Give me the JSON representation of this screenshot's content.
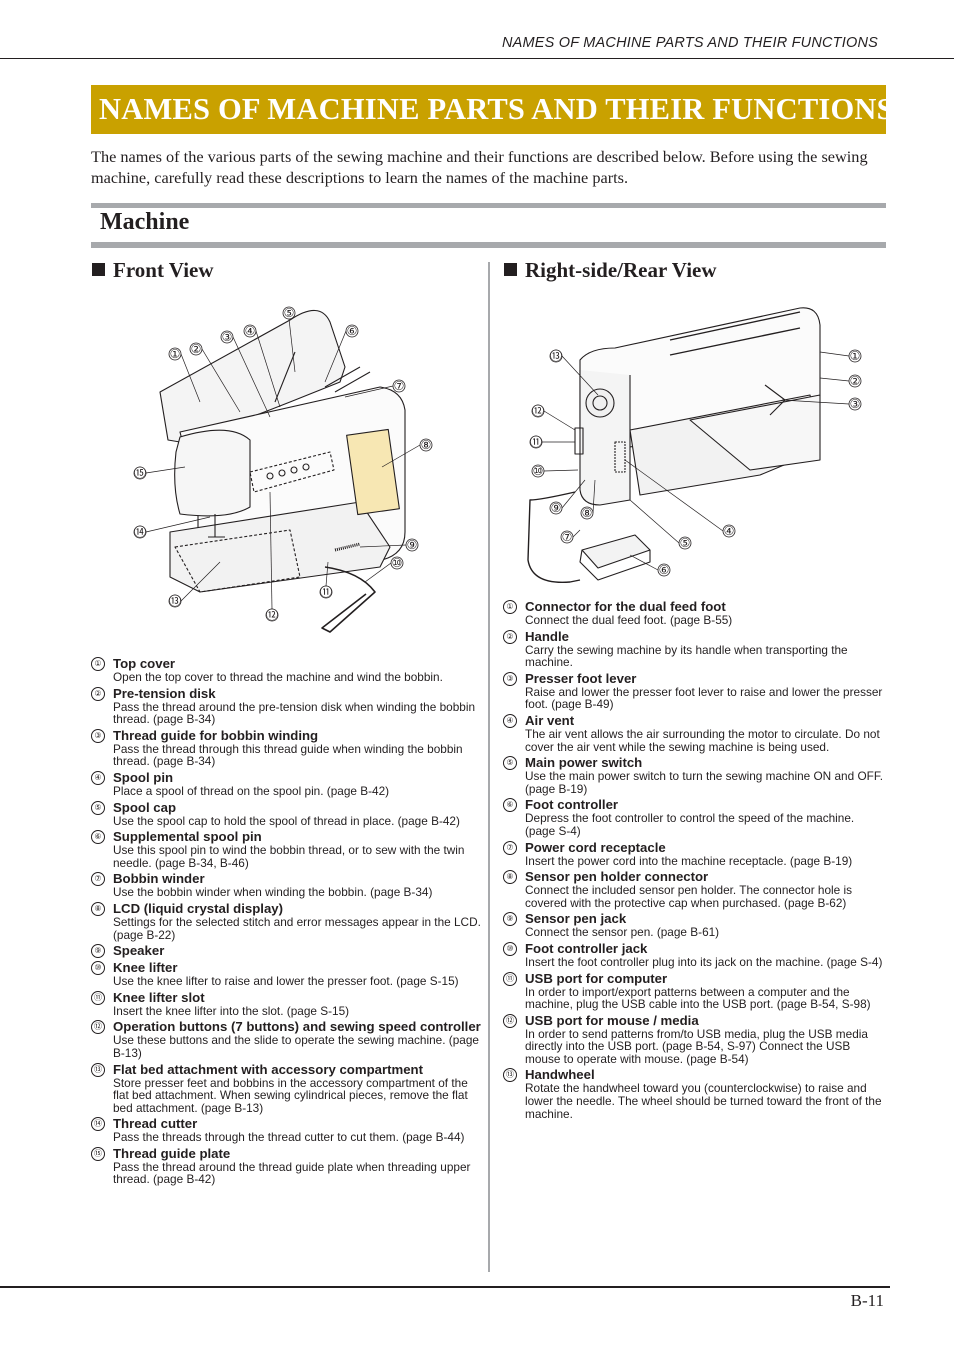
{
  "header": {
    "running_title": "NAMES OF MACHINE PARTS AND THEIR FUNCTIONS"
  },
  "title": "NAMES OF MACHINE PARTS AND THEIR FUNCTIONS",
  "intro": "The names of the various parts of the sewing machine and their functions are described below. Before using the sewing machine, carefully read these descriptions to learn the names of the machine parts.",
  "section": {
    "title": "Machine"
  },
  "front": {
    "title": "Front View",
    "callouts": [
      "①",
      "②",
      "③",
      "④",
      "⑤",
      "⑥",
      "⑦",
      "⑧",
      "⑨",
      "⑩",
      "⑪",
      "⑫",
      "⑬",
      "⑭",
      "⑮"
    ],
    "items": [
      {
        "num": "①",
        "name": "Top cover",
        "desc": "Open the top cover to thread the machine and wind the bobbin."
      },
      {
        "num": "②",
        "name": "Pre-tension disk",
        "desc": "Pass the thread around the pre-tension disk when winding the bobbin thread. (page B-34)"
      },
      {
        "num": "③",
        "name": "Thread guide for bobbin winding",
        "desc": "Pass the thread through this thread guide when winding the bobbin thread. (page B-34)"
      },
      {
        "num": "④",
        "name": "Spool pin",
        "desc": "Place a spool of thread on the spool pin. (page B-42)"
      },
      {
        "num": "⑤",
        "name": "Spool cap",
        "desc": "Use the spool cap to hold the spool of thread in place. (page B-42)"
      },
      {
        "num": "⑥",
        "name": "Supplemental spool pin",
        "desc": "Use this spool pin to wind the bobbin thread, or to sew with the twin needle. (page B-34, B-46)"
      },
      {
        "num": "⑦",
        "name": "Bobbin winder",
        "desc": "Use the bobbin winder when winding the bobbin. (page B-34)"
      },
      {
        "num": "⑧",
        "name": "LCD (liquid crystal display)",
        "desc": "Settings for the selected stitch and error messages appear in the LCD. (page B-22)"
      },
      {
        "num": "⑨",
        "name": "Speaker",
        "desc": ""
      },
      {
        "num": "⑩",
        "name": "Knee lifter",
        "desc": "Use the knee lifter to raise and lower the presser foot. (page S-15)"
      },
      {
        "num": "⑪",
        "name": "Knee lifter slot",
        "desc": "Insert the knee lifter into the slot. (page S-15)"
      },
      {
        "num": "⑫",
        "name": "Operation buttons (7 buttons) and sewing speed controller",
        "desc": "Use these buttons and the slide to operate the sewing machine. (page B-13)"
      },
      {
        "num": "⑬",
        "name": "Flat bed attachment with accessory compartment",
        "desc": "Store presser feet and bobbins in the accessory compartment of the flat bed attachment. When sewing cylindrical pieces, remove the flat bed attachment. (page B-13)"
      },
      {
        "num": "⑭",
        "name": "Thread cutter",
        "desc": "Pass the threads through the thread cutter to cut them. (page B-44)"
      },
      {
        "num": "⑮",
        "name": "Thread guide plate",
        "desc": "Pass the thread around the thread guide plate when threading upper thread. (page B-42)"
      }
    ]
  },
  "rear": {
    "title": "Right-side/Rear View",
    "callouts": [
      "①",
      "②",
      "③",
      "④",
      "⑤",
      "⑥",
      "⑦",
      "⑧",
      "⑨",
      "⑩",
      "⑪",
      "⑫",
      "⑬"
    ],
    "items": [
      {
        "num": "①",
        "name": "Connector for the dual feed foot",
        "desc": "Connect the dual feed foot. (page B-55)"
      },
      {
        "num": "②",
        "name": "Handle",
        "desc": "Carry the sewing machine by its handle when transporting the machine."
      },
      {
        "num": "③",
        "name": "Presser foot lever",
        "desc": "Raise and lower the presser foot lever to raise and lower the presser foot. (page B-49)"
      },
      {
        "num": "④",
        "name": "Air vent",
        "desc": "The air vent allows the air surrounding the motor to circulate. Do not cover the air vent while the sewing machine is being used."
      },
      {
        "num": "⑤",
        "name": "Main power switch",
        "desc": "Use the main power switch to turn the sewing machine ON and OFF. (page B-19)"
      },
      {
        "num": "⑥",
        "name": "Foot controller",
        "desc": "Depress the foot controller to control the speed of the machine. (page S-4)"
      },
      {
        "num": "⑦",
        "name": "Power cord receptacle",
        "desc": "Insert the power cord into the machine receptacle. (page B-19)"
      },
      {
        "num": "⑧",
        "name": "Sensor pen holder connector",
        "desc": "Connect the included sensor pen holder. The connector hole is covered with the protective cap when purchased. (page B-62)"
      },
      {
        "num": "⑨",
        "name": "Sensor pen jack",
        "desc": "Connect the sensor pen. (page B-61)"
      },
      {
        "num": "⑩",
        "name": "Foot controller jack",
        "desc": "Insert the foot controller plug into its jack on the machine. (page S-4)"
      },
      {
        "num": "⑪",
        "name": "USB port for computer",
        "desc": "In order to import/export patterns between a computer and the machine, plug the USB cable into the USB port. (page B-54, S-98)"
      },
      {
        "num": "⑫",
        "name": "USB port for mouse / media",
        "desc": "In order to send patterns from/to USB media, plug the USB media directly into the USB port. (page B-54, S-97) Connect the USB mouse to operate with mouse. (page B-54)"
      },
      {
        "num": "⑬",
        "name": "Handwheel",
        "desc": "Rotate the handwheel toward you (counterclockwise) to raise and lower the needle. The wheel should be turned toward the front of the machine."
      }
    ]
  },
  "footer": {
    "page_number": "B-11"
  }
}
